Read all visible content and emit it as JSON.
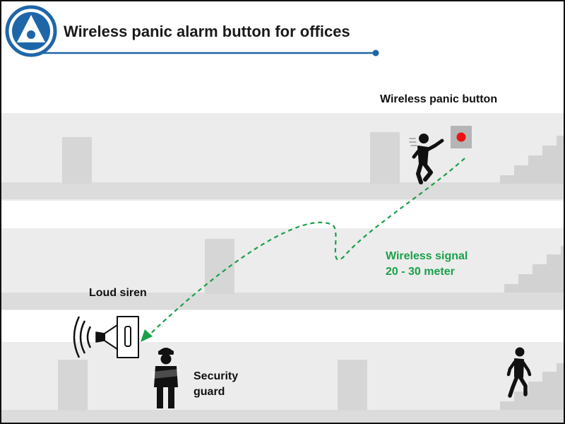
{
  "header": {
    "title": "Wireless panic alarm button for offices",
    "logo_icon": "triangle-logo-icon"
  },
  "labels": {
    "panic_button": "Wireless panic button",
    "siren": "Loud siren",
    "signal_line1": "Wireless signal",
    "signal_line2": "20 - 30 meter",
    "guard_line1": "Security",
    "guard_line2": "guard"
  },
  "colors": {
    "brand_blue": "#1f66a8",
    "signal_green": "#1aa04a",
    "button_red": "#ee1111",
    "floor_gray": "#e6e6e6",
    "wall_gray": "#d4d4d4"
  },
  "icons": {
    "panic_button": "red-push-button-icon",
    "running_person": "running-person-icon",
    "siren": "siren-speaker-icon",
    "guard": "security-guard-icon",
    "walking_person": "walking-person-icon",
    "stairs": "stairs-icon"
  }
}
